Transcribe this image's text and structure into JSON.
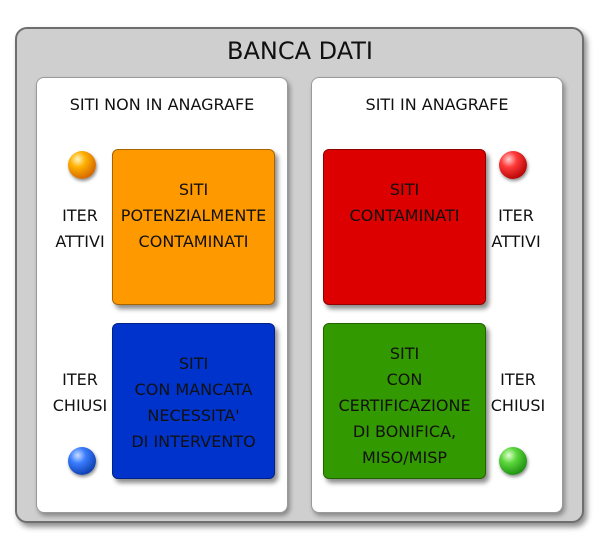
{
  "title": "BANCA DATI",
  "panels": {
    "left_title": "SITI NON IN ANAGRAFE",
    "right_title": "SITI IN ANAGRAFE"
  },
  "boxes": {
    "potenzialmente": {
      "lines": [
        "SITI",
        "POTENZIALMENTE",
        "CONTAMINATI"
      ],
      "color": "#ff9900"
    },
    "mancata": {
      "lines": [
        "SITI",
        "CON MANCATA",
        "NECESSITA'",
        "DI INTERVENTO"
      ],
      "color": "#0033cc"
    },
    "contaminati": {
      "lines": [
        "SITI",
        "CONTAMINATI"
      ],
      "color": "#dd0000"
    },
    "certificazione": {
      "lines": [
        "SITI",
        "CON",
        "CERTIFICAZIONE",
        "DI BONIFICA,",
        "MISO/MISP"
      ],
      "color": "#339900"
    }
  },
  "labels": {
    "left_top": [
      "ITER",
      "ATTIVI"
    ],
    "left_bottom": [
      "ITER",
      "CHIUSI"
    ],
    "right_top": [
      "ITER",
      "ATTIVI"
    ],
    "right_bottom": [
      "ITER",
      "CHIUSI"
    ]
  },
  "indicators": {
    "orange": "orange-ball-icon",
    "blue": "blue-ball-icon",
    "red": "red-ball-icon",
    "green": "green-ball-icon"
  }
}
